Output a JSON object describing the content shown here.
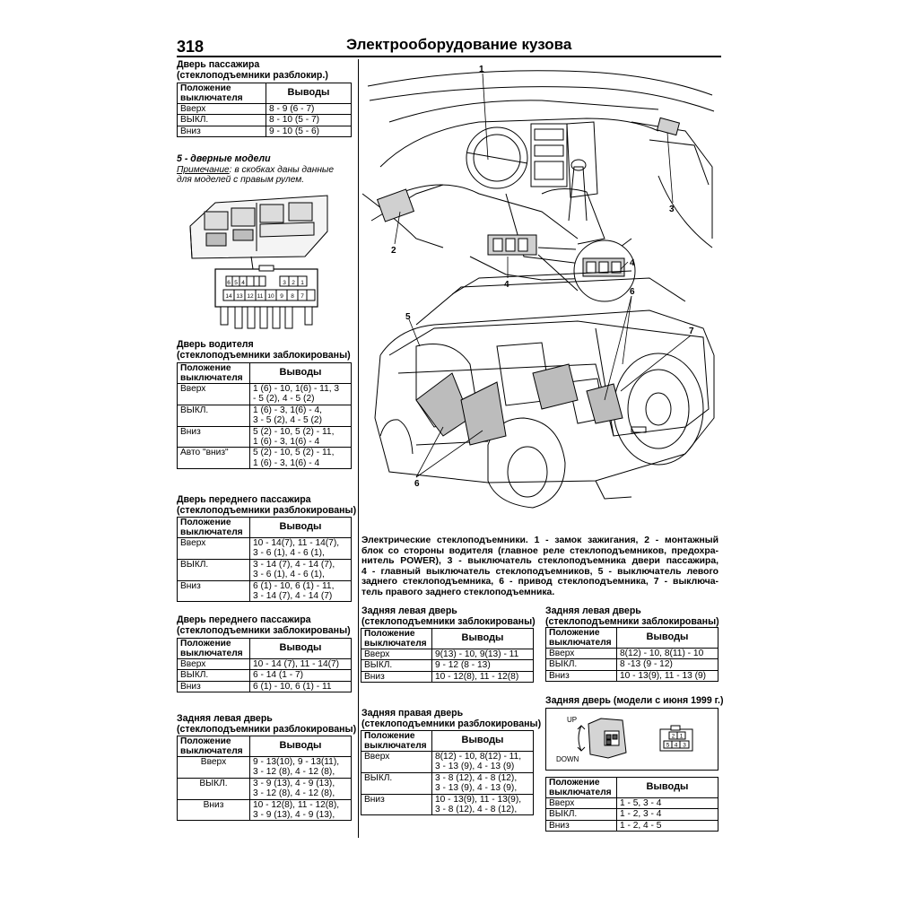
{
  "header": {
    "page_number": "318",
    "title": "Электрооборудование кузова"
  },
  "table_head": {
    "position": [
      "Положение",
      "выключателя"
    ],
    "outputs": "Выводы"
  },
  "sections": {
    "passenger_door": {
      "title": [
        "Дверь пассажира",
        "(стеклоподъемники разблокир.)"
      ],
      "rows": [
        {
          "pos": "Вверх",
          "out": [
            "8 - 9 (6 - 7)"
          ]
        },
        {
          "pos": "ВЫКЛ.",
          "out": [
            "8 - 10 (5 - 7)"
          ]
        },
        {
          "pos": "Вниз",
          "out": [
            "9 - 10 (5 - 6)"
          ]
        }
      ]
    },
    "five_door": {
      "title": "5 - дверные модели",
      "note_label": "Примечание",
      "note_text": ": в скобках даны данные",
      "note_line2": "для моделей с правым рулем."
    },
    "driver_door": {
      "title": [
        "Дверь водителя",
        "(стеклоподъемники заблокированы)"
      ],
      "rows": [
        {
          "pos": "Вверх",
          "out": [
            "1 (6) - 10, 1(6) - 11, 3",
            "- 5 (2), 4 - 5 (2)"
          ]
        },
        {
          "pos": "ВЫКЛ.",
          "out": [
            "1 (6) - 3, 1(6) - 4,",
            "3 - 5 (2), 4 - 5 (2)"
          ]
        },
        {
          "pos": "Вниз",
          "out": [
            "5 (2) - 10, 5 (2) - 11,",
            "1 (6) - 3, 1(6) - 4"
          ]
        },
        {
          "pos": "Авто \"вниз\"",
          "out": [
            "5 (2) - 10, 5 (2) - 11,",
            "1 (6) - 3, 1(6) - 4"
          ]
        }
      ]
    },
    "front_pass_unlocked": {
      "title": [
        "Дверь переднего пассажира",
        "(стеклоподъемники разблокированы)"
      ],
      "rows": [
        {
          "pos": "Вверх",
          "out": [
            "10 - 14(7), 11 - 14(7),",
            "3 - 6 (1), 4 - 6 (1),"
          ]
        },
        {
          "pos": "ВЫКЛ.",
          "out": [
            "3 - 14 (7), 4 - 14 (7),",
            "3 - 6 (1), 4 - 6 (1),"
          ]
        },
        {
          "pos": "Вниз",
          "out": [
            "6 (1) - 10, 6 (1) - 11,",
            "3 - 14 (7), 4 - 14 (7)"
          ]
        }
      ]
    },
    "front_pass_locked": {
      "title": [
        "Дверь переднего пассажира",
        "(стеклоподъемники заблокированы)"
      ],
      "rows": [
        {
          "pos": "Вверх",
          "out": [
            "10 - 14 (7), 11 - 14(7)"
          ]
        },
        {
          "pos": "ВЫКЛ.",
          "out": [
            "6 - 14 (1 - 7)"
          ]
        },
        {
          "pos": "Вниз",
          "out": [
            "6 (1) - 10, 6 (1) - 11"
          ]
        }
      ]
    },
    "rear_left_unlocked": {
      "title": [
        "Задняя левая дверь",
        "(стеклоподъемники разблокированы)"
      ],
      "rows": [
        {
          "pos": "Вверх",
          "out": [
            "9 - 13(10), 9 - 13(11),",
            "3 - 12 (8), 4 - 12 (8),"
          ]
        },
        {
          "pos": "ВЫКЛ.",
          "out": [
            "3 - 9 (13), 4 - 9 (13),",
            "3 - 12 (8), 4 - 12 (8),"
          ]
        },
        {
          "pos": "Вниз",
          "out": [
            "10 - 12(8), 11 - 12(8),",
            "3 - 9 (13), 4 - 9 (13),"
          ]
        }
      ]
    },
    "rear_left_locked_a": {
      "title": [
        "Задняя левая дверь",
        "(стеклоподъемники заблокированы)"
      ],
      "rows": [
        {
          "pos": "Вверх",
          "out": [
            "9(13) - 10, 9(13) - 11"
          ]
        },
        {
          "pos": "ВЫКЛ.",
          "out": [
            "9 - 12 (8 - 13)"
          ]
        },
        {
          "pos": "Вниз",
          "out": [
            "10 - 12(8), 11 - 12(8)"
          ]
        }
      ]
    },
    "rear_right_unlocked": {
      "title": [
        "Задняя правая дверь",
        "(стеклоподъемники разблокированы)"
      ],
      "rows": [
        {
          "pos": "Вверх",
          "out": [
            "8(12) - 10, 8(12) - 11,",
            "3 - 13 (9), 4 - 13 (9)"
          ]
        },
        {
          "pos": "ВЫКЛ.",
          "out": [
            "3 - 8 (12), 4 - 8 (12),",
            "3 - 13 (9), 4 - 13 (9),"
          ]
        },
        {
          "pos": "Вниз",
          "out": [
            "10 - 13(9), 11 - 13(9),",
            "3 - 8 (12), 4 - 8 (12),"
          ]
        }
      ]
    },
    "rear_left_locked_b": {
      "title": [
        "Задняя левая дверь",
        "(стеклоподъемники заблокированы)"
      ],
      "rows": [
        {
          "pos": "Вверх",
          "out": [
            "8(12) - 10, 8(11) - 10"
          ]
        },
        {
          "pos": "ВЫКЛ.",
          "out": [
            "8 -13 (9 - 12)"
          ]
        },
        {
          "pos": "Вниз",
          "out": [
            "10 - 13(9), 11 - 13 (9)"
          ]
        }
      ]
    },
    "rear_door_1999": {
      "title": "Задняя дверь (модели с июня 1999 г.)",
      "rows": [
        {
          "pos": "Вверх",
          "out": [
            "1 - 5, 3 - 4"
          ]
        },
        {
          "pos": "ВЫКЛ.",
          "out": [
            "1 - 2, 3 - 4"
          ]
        },
        {
          "pos": "Вниз",
          "out": [
            "1 - 2, 4 - 5"
          ]
        }
      ]
    }
  },
  "connector_pins": {
    "top": [
      "6",
      "5",
      "4",
      "3",
      "2",
      "1"
    ],
    "bottom": [
      "14",
      "13",
      "12",
      "11",
      "10",
      "9",
      "8",
      "7"
    ]
  },
  "rear_switch": {
    "up": "UP",
    "down": "DOWN",
    "pins_top": [
      "2",
      "1"
    ],
    "pins_bottom": [
      "5",
      "4",
      "3"
    ]
  },
  "figure": {
    "callouts": [
      "1",
      "2",
      "3",
      "4",
      "4",
      "5",
      "6",
      "6",
      "7"
    ],
    "caption": [
      "Электрические стеклоподъемники. 1 - замок зажигания, 2 - монтажный",
      "блок со стороны водителя (главное реле стеклоподъемников, предохра-",
      "нитель POWER), 3 - выключатель стеклоподъемника двери пассажира,",
      "4 - главный выключатель стеклоподъемников, 5 - выключатель левого",
      "заднего стеклоподъемника, 6 - привод стеклоподъемника, 7 - выключа-",
      "тель правого заднего стеклоподъемника."
    ]
  }
}
